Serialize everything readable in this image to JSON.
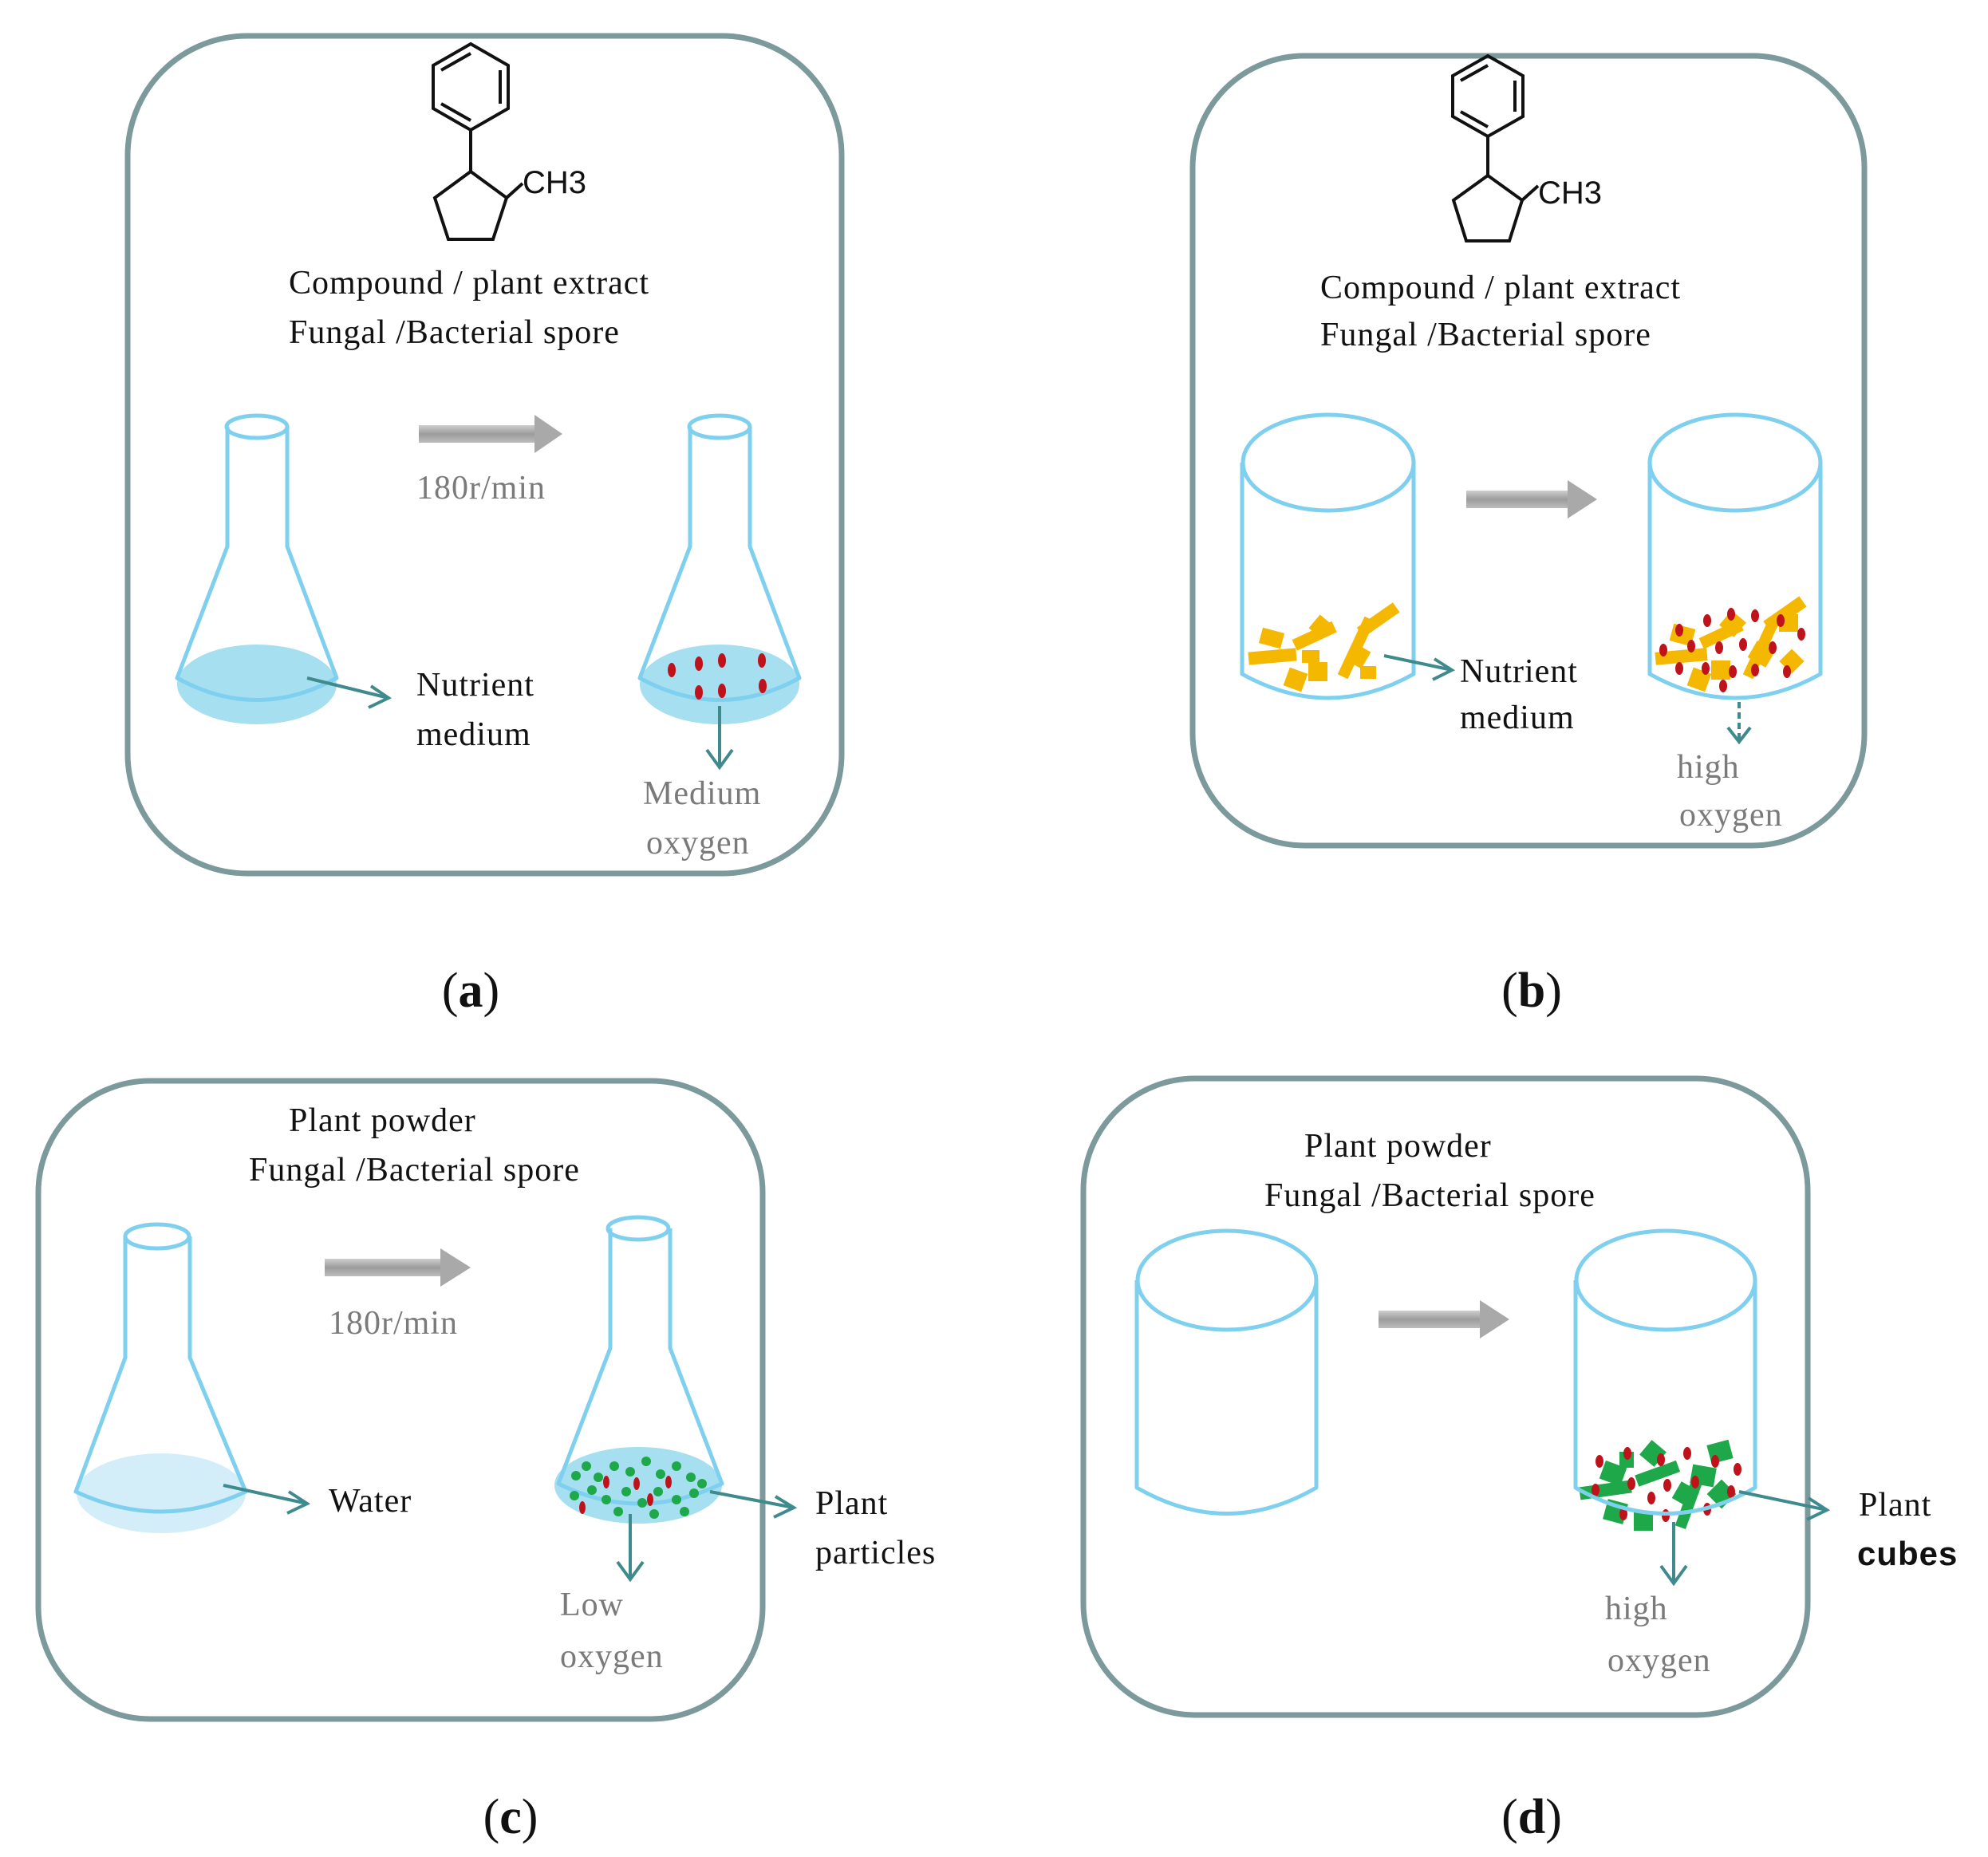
{
  "panels": {
    "a": {
      "label": "a",
      "line1": "Compound / plant extract",
      "line2": "Fungal /Bacterial spore",
      "speed": "180r/min",
      "left_label": [
        "Nutrient",
        "medium"
      ],
      "bottom_label": [
        "Medium",
        "oxygen"
      ]
    },
    "b": {
      "label": "b",
      "line1": "Compound / plant extract",
      "line2": "Fungal /Bacterial spore",
      "left_label": [
        "Nutrient",
        "medium"
      ],
      "bottom_label": [
        "high",
        "oxygen"
      ]
    },
    "c": {
      "label": "c",
      "line1": "Plant powder",
      "line2": "Fungal /Bacterial spore",
      "speed": "180r/min",
      "left_label": "Water",
      "right_label": [
        "Plant",
        "particles"
      ],
      "bottom_label": [
        "Low",
        "oxygen"
      ]
    },
    "d": {
      "label": "d",
      "line1": "Plant powder",
      "line2": "Fungal /Bacterial spore",
      "right_label": [
        "Plant",
        "cubes"
      ],
      "bottom_label": [
        "high",
        "oxygen"
      ]
    }
  },
  "chem": {
    "substituent": "CH3"
  },
  "colors": {
    "panel_border": "#7c9a9c",
    "glassware": "#7fd0ef",
    "liquid": "#a6dff0",
    "water": "#d3eef8",
    "spore": "#c0121b",
    "yellow_particle": "#f5b800",
    "green_particle": "#1ea84a",
    "arrow": "#3f8a8d",
    "process_arrow": "#a9a9a9"
  }
}
